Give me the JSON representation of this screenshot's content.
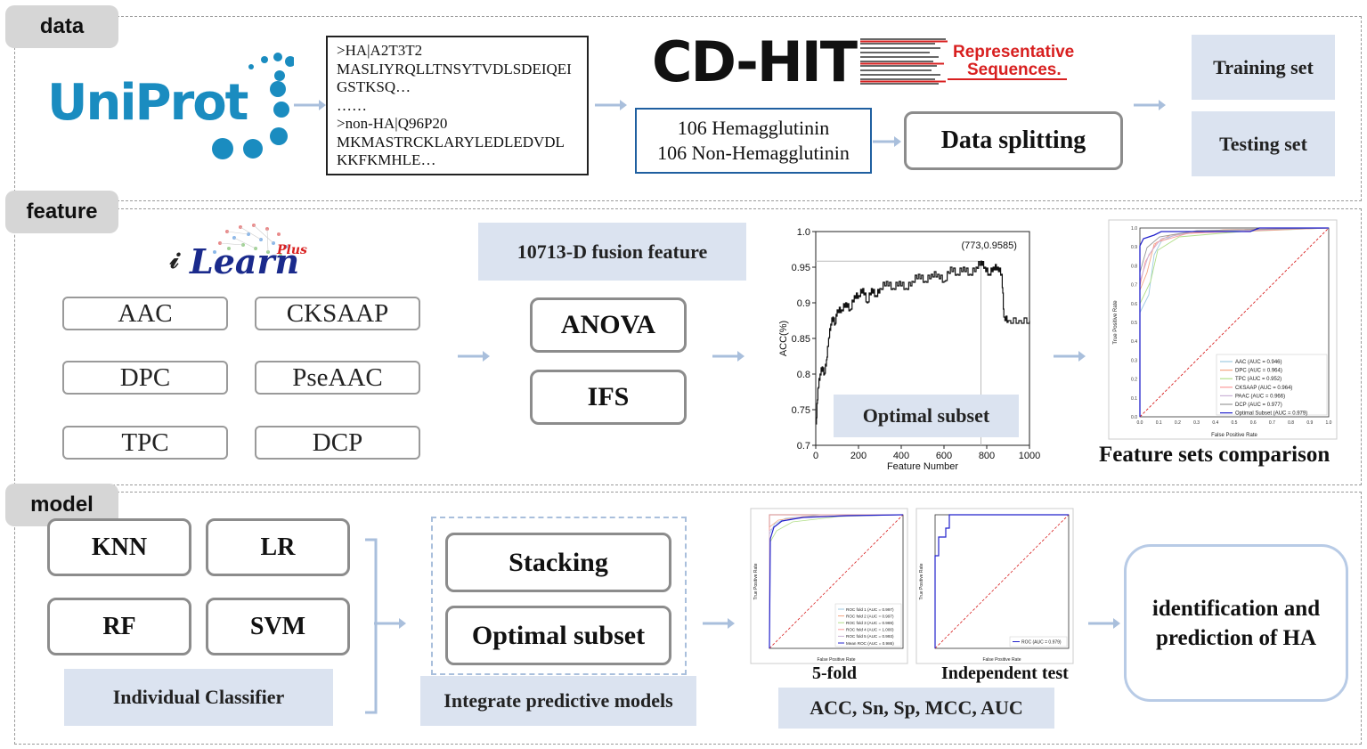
{
  "sections": {
    "data_tag": "data",
    "feature_tag": "feature",
    "model_tag": "model"
  },
  "data_row": {
    "uniprot_logo": "UniProt",
    "sequence_lines": [
      ">HA|A2T3T2",
      "MASLIYRQLLTNSYTVDLSDEIQEI",
      "GSTKSQ…",
      "……",
      ">non-HA|Q96P20",
      "MKMASTRCKLARYLEDLEDVDL",
      "KKFKMHLE…"
    ],
    "cdhit_title": "CD-HIT",
    "cdhit_subtitle_1": "Representative",
    "cdhit_subtitle_2": "Sequences.",
    "counts_1": "106 Hemagglutinin",
    "counts_2": "106 Non-Hemagglutinin",
    "data_splitting": "Data splitting",
    "training_set": "Training set",
    "testing_set": "Testing set"
  },
  "feature_row": {
    "ilearn_logo_main": "Learn",
    "ilearn_logo_plus": "Plus",
    "features": [
      "AAC",
      "CKSAAP",
      "DPC",
      "PseAAC",
      "TPC",
      "DCP"
    ],
    "fusion_feature": "10713-D fusion feature",
    "anova": "ANOVA",
    "ifs": "IFS",
    "optimal_subset_label": "Optimal subset",
    "feature_sets_comparison": "Feature sets comparison"
  },
  "ifs_chart": {
    "peak_annotation": "(773,0.9585)",
    "chart_data": {
      "type": "line",
      "xlabel": "Feature Number",
      "ylabel": "ACC(%)",
      "xlim": [
        0,
        1000
      ],
      "ylim": [
        0.7,
        1.0
      ],
      "x_ticks": [
        "0",
        "200",
        "400",
        "600",
        "800",
        "1000"
      ],
      "y_ticks": [
        "0.7",
        "0.75",
        "0.8",
        "0.85",
        "0.9",
        "0.95",
        "1.0"
      ],
      "peak": {
        "x": 773,
        "y": 0.9585
      },
      "x": [
        1,
        10,
        20,
        30,
        40,
        50,
        60,
        70,
        80,
        90,
        100,
        120,
        140,
        160,
        180,
        200,
        220,
        240,
        260,
        280,
        300,
        330,
        360,
        390,
        420,
        450,
        480,
        510,
        540,
        570,
        600,
        630,
        660,
        690,
        720,
        750,
        773,
        790,
        810,
        830,
        850,
        870,
        880,
        900,
        950,
        1000
      ],
      "y": [
        0.73,
        0.78,
        0.8,
        0.81,
        0.8,
        0.82,
        0.85,
        0.87,
        0.88,
        0.87,
        0.89,
        0.89,
        0.9,
        0.89,
        0.91,
        0.91,
        0.92,
        0.9,
        0.92,
        0.91,
        0.92,
        0.93,
        0.92,
        0.93,
        0.92,
        0.93,
        0.94,
        0.93,
        0.94,
        0.94,
        0.93,
        0.95,
        0.94,
        0.95,
        0.94,
        0.95,
        0.9585,
        0.95,
        0.94,
        0.95,
        0.95,
        0.94,
        0.88,
        0.875,
        0.875,
        0.875
      ]
    }
  },
  "roc_comparison": {
    "xlabel": "False Positive Rate",
    "ylabel": "True Positive Rate",
    "ticks": [
      "0.0",
      "0.1",
      "0.2",
      "0.3",
      "0.4",
      "0.5",
      "0.6",
      "0.7",
      "0.8",
      "0.9",
      "1.0"
    ],
    "chart_data": {
      "type": "line",
      "series": [
        {
          "name": "AAC (AUC = 0.946)",
          "color": "#9ecae1"
        },
        {
          "name": "DPC (AUC = 0.964)",
          "color": "#f4a582"
        },
        {
          "name": "TPC (AUC = 0.952)",
          "color": "#b2df8a"
        },
        {
          "name": "CKSAAP (AUC = 0.964)",
          "color": "#fb9a99"
        },
        {
          "name": "PAAC (AUC = 0.966)",
          "color": "#cab2d6"
        },
        {
          "name": "DCP (AUC = 0.977)",
          "color": "#999999"
        },
        {
          "name": "Optimal Subset (AUC = 0.979)",
          "color": "#2222cc"
        }
      ]
    }
  },
  "model_row": {
    "classifiers": [
      "KNN",
      "LR",
      "RF",
      "SVM"
    ],
    "individual_classifier": "Individual Classifier",
    "stacking": "Stacking",
    "optimal_subset": "Optimal subset",
    "integrate_models": "Integrate predictive models",
    "fivefold_label": "5-fold",
    "independent_label": "Independent test",
    "metrics": "ACC, Sn, Sp, MCC, AUC",
    "final_box": "identification and prediction of HA"
  },
  "roc_5fold": {
    "xlabel": "False Positive Rate",
    "ylabel": "True Positive Rate",
    "chart_data": {
      "type": "line",
      "series": [
        {
          "name": "ROC fold 1 (AUC = 0.997)"
        },
        {
          "name": "ROC fold 2 (AUC = 0.997)"
        },
        {
          "name": "ROC fold 3 (AUC = 0.969)"
        },
        {
          "name": "ROC fold 4 (AUC = 1.000)"
        },
        {
          "name": "ROC fold 5 (AUC = 0.993)"
        },
        {
          "name": "Mean ROC (AUC = 0.986)"
        }
      ]
    }
  },
  "roc_independent": {
    "xlabel": "False Positive Rate",
    "ylabel": "True Positive Rate",
    "chart_data": {
      "type": "line",
      "series": [
        {
          "name": "ROC (AUC = 0.979)"
        }
      ]
    }
  },
  "colors": {
    "accent_blue": "#1f5fa0",
    "light_blue_box": "#dbe3f0",
    "arrow_blue": "#a9bfdc",
    "cdhit_red": "#d82020"
  }
}
